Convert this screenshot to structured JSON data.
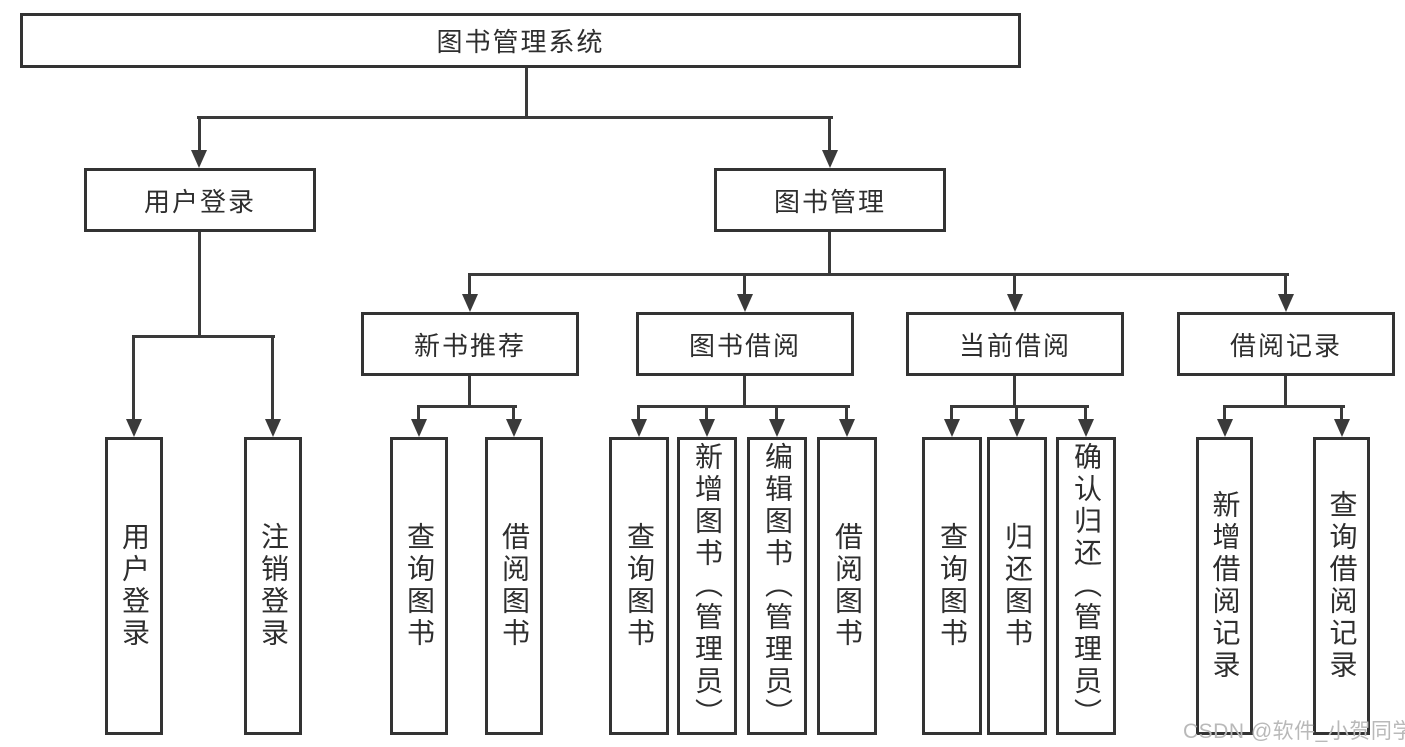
{
  "diagram": {
    "root": {
      "label": "图书管理系统"
    },
    "branches": [
      {
        "label": "用户登录",
        "children": [
          {
            "label": "用户登录"
          },
          {
            "label": "注销登录"
          }
        ]
      },
      {
        "label": "图书管理",
        "children": [
          {
            "label": "新书推荐",
            "children": [
              {
                "label": "查询图书"
              },
              {
                "label": "借阅图书"
              }
            ]
          },
          {
            "label": "图书借阅",
            "children": [
              {
                "label": "查询图书"
              },
              {
                "label": "新增图书（管理员）"
              },
              {
                "label": "编辑图书（管理员）"
              },
              {
                "label": "借阅图书"
              }
            ]
          },
          {
            "label": "当前借阅",
            "children": [
              {
                "label": "查询图书"
              },
              {
                "label": "归还图书"
              },
              {
                "label": "确认归还（管理员）"
              }
            ]
          },
          {
            "label": "借阅记录",
            "children": [
              {
                "label": "新增借阅记录"
              },
              {
                "label": "查询借阅记录"
              }
            ]
          }
        ]
      }
    ]
  },
  "watermark": {
    "text": "CSDN @软件_小贺同学"
  },
  "colors": {
    "line": "#3a3a3a",
    "border": "#333333",
    "text": "#2e2e2e",
    "watermark": "#b9b9b9",
    "bg": "#ffffff"
  }
}
